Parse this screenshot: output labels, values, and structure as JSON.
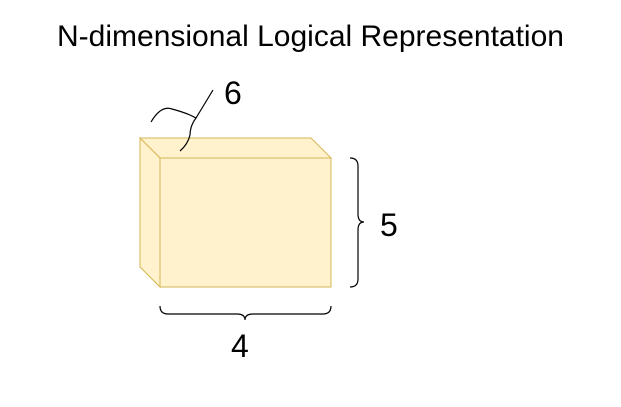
{
  "title": "N-dimensional Logical Representation",
  "colors": {
    "box_fill": "#FFF2CC",
    "box_stroke": "#D6B656",
    "bracket_stroke": "#000000",
    "text": "#000000"
  },
  "dimensions": {
    "depth": "6",
    "height": "5",
    "width": "4"
  }
}
